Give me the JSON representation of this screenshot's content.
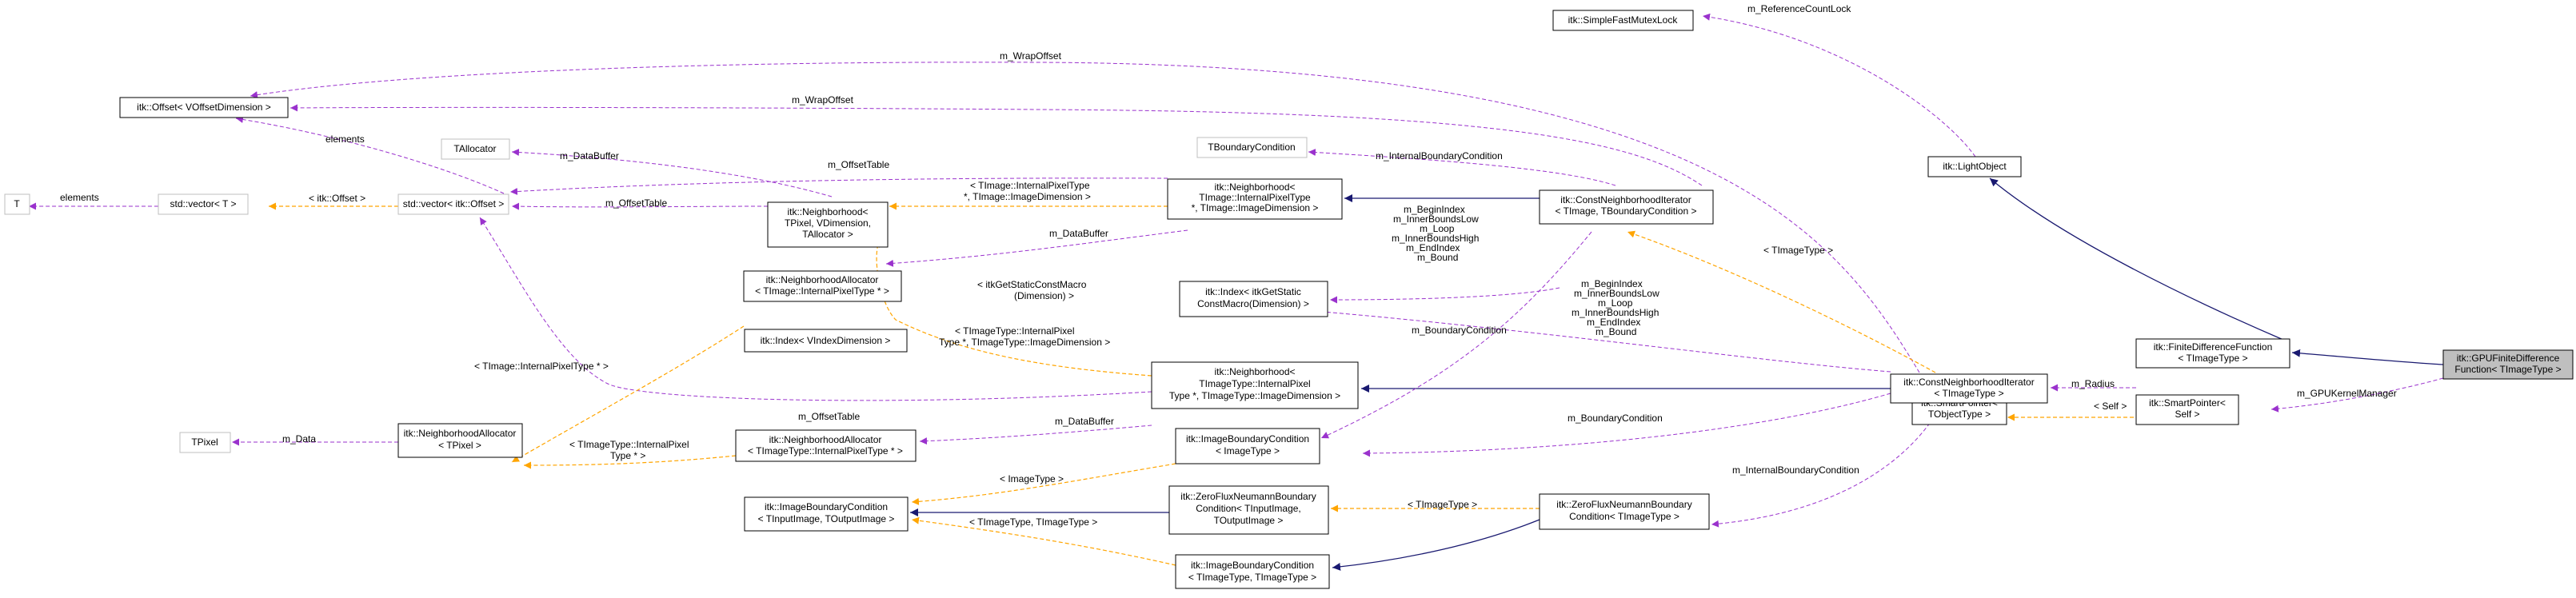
{
  "colors": {
    "inheritance_edge": "#191970",
    "usage_edge": "#9a32cd",
    "template_edge": "#ffa500",
    "highlight_fill": "#bfbfbf",
    "node_border": "#000000",
    "undocumented_border": "#bfbfbf"
  },
  "nodes": {
    "gpu_fdf": [
      "itk::GPUFiniteDifference",
      "Function< TImageType >"
    ],
    "fdf": [
      "itk::FiniteDifferenceFunction",
      "< TImageType >"
    ],
    "light_object": [
      "itk::LightObject"
    ],
    "mutex": [
      "itk::SimpleFastMutexLock"
    ],
    "smart_ptr_self": [
      "itk::SmartPointer<",
      "Self >"
    ],
    "smart_ptr_tobj": [
      "itk::SmartPointer<",
      "TObjectType >"
    ],
    "cni_timage": [
      "itk::ConstNeighborhoodIterator",
      "< TImageType >"
    ],
    "cni_tbc": [
      "itk::ConstNeighborhoodIterator",
      "< TImage, TBoundaryCondition >"
    ],
    "tboundary": [
      "TBoundaryCondition"
    ],
    "nbh_timage_ip": [
      "itk::Neighborhood<",
      "TImage::InternalPixelType",
      "*, TImage::ImageDimension >"
    ],
    "nbh_generic": [
      "itk::Neighborhood<",
      "TPixel, VDimension,",
      "TAllocator >"
    ],
    "tallocator": [
      "TAllocator"
    ],
    "offset_vdim": [
      "itk::Offset< VOffsetDimension >"
    ],
    "vector_offset": [
      "std::vector< itk::Offset >"
    ],
    "vector_t": [
      "std::vector< T >"
    ],
    "t": [
      "T"
    ],
    "index_static": [
      "itk::Index< itkGetStatic",
      "ConstMacro(Dimension) >"
    ],
    "index_vindex": [
      "itk::Index< VIndexDimension >"
    ],
    "nalloc_timage": [
      "itk::NeighborhoodAllocator",
      "< TImage::InternalPixelType * >"
    ],
    "nbh_ttype": [
      "itk::Neighborhood<",
      "TImageType::InternalPixel",
      "Type *, TImageType::ImageDimension >"
    ],
    "nalloc_tpixel": [
      "itk::NeighborhoodAllocator",
      "< TPixel >"
    ],
    "tpixel": [
      "TPixel"
    ],
    "nalloc_ttype": [
      "itk::NeighborhoodAllocator",
      "< TImageType::InternalPixelType * >"
    ],
    "ibc_timagetype": [
      "itk::ImageBoundaryCondition",
      "< ImageType >"
    ],
    "ibc_generic": [
      "itk::ImageBoundaryCondition",
      "< TInputImage, TOutputImage >"
    ],
    "zfn_generic": [
      "itk::ZeroFluxNeumannBoundary",
      "Condition< TInputImage,",
      "TOutputImage >"
    ],
    "zfn_timage": [
      "itk::ZeroFluxNeumannBoundary",
      "Condition< TImageType >"
    ],
    "ibc_ttt": [
      "itk::ImageBoundaryCondition",
      "< TImageType, TImageType >"
    ]
  },
  "edge_labels": {
    "ref_count_lock": [
      "m_ReferenceCountLock"
    ],
    "wrap_offset_top": [
      "m_WrapOffset"
    ],
    "wrap_offset_2": [
      "m_WrapOffset"
    ],
    "internal_bc_top": [
      "m_InternalBoundaryCondition"
    ],
    "data_buffer_1": [
      "m_DataBuffer"
    ],
    "offset_table_1": [
      "m_OffsetTable"
    ],
    "offset_table_2": [
      "m_OffsetTable"
    ],
    "elements_1": [
      "elements"
    ],
    "elements_2": [
      "elements"
    ],
    "itk_offset": [
      "< itk::Offset >"
    ],
    "tpl_internal_pixel": [
      "< TImage::InternalPixelType",
      "*, TImage::ImageDimension >"
    ],
    "begin_index_1": [
      "m_BeginIndex",
      "m_InnerBoundsLow",
      "m_Loop",
      "m_InnerBoundsHigh",
      "m_EndIndex",
      "m_Bound"
    ],
    "tpl_timagetype_1": [
      "< TImageType >"
    ],
    "data_buffer_2": [
      "m_DataBuffer"
    ],
    "tpl_static_macro": [
      "< itkGetStaticConstMacro",
      "(Dimension) >"
    ],
    "tpl_ttype_internal": [
      "< TImageType::InternalPixel",
      "Type *, TImageType::ImageDimension >"
    ],
    "tpl_timage_ip_star": [
      "< TImage::InternalPixelType * >"
    ],
    "boundary_cond_1": [
      "m_BoundaryCondition"
    ],
    "begin_index_2": [
      "m_BeginIndex",
      "m_InnerBoundsLow",
      "m_Loop",
      "m_InnerBoundsHigh",
      "m_EndIndex",
      "m_Bound"
    ],
    "radius": [
      "m_Radius"
    ],
    "gpu_kernel_manager": [
      "m_GPUKernelManager"
    ],
    "self": [
      "< Self >"
    ],
    "offset_table_3": [
      "m_OffsetTable"
    ],
    "data_buffer_3": [
      "m_DataBuffer"
    ],
    "boundary_cond_2": [
      "m_BoundaryCondition"
    ],
    "m_data": [
      "m_Data"
    ],
    "tpl_ttype_internal_2": [
      "< TImageType::InternalPixel",
      "Type * >"
    ],
    "tpl_imagetype": [
      "< ImageType >"
    ],
    "internal_bc_2": [
      "m_InternalBoundaryCondition"
    ],
    "tpl_timagetype_2": [
      "< TImageType >"
    ],
    "tpl_ttype_ttype": [
      "< TImageType, TImageType >"
    ]
  }
}
